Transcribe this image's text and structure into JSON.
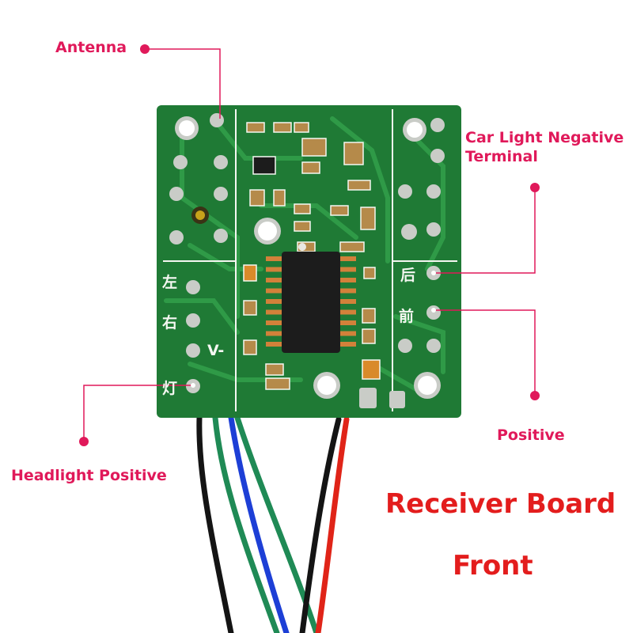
{
  "colors": {
    "accent": "#e0195a",
    "title": "#e31d1d",
    "pcb": "#1f7a35",
    "pcb_trace": "#2f9a47",
    "silk": "#f4f7f1",
    "solder": "#c9ccc7",
    "chip": "#1c1c1c",
    "wire_black": "#141414",
    "wire_green": "#1f8a55",
    "wire_blue": "#1d3fd6",
    "wire_red": "#e02418"
  },
  "callouts": {
    "antenna": "Antenna",
    "car_light_negative_line1": "Car Light Negative",
    "car_light_negative_line2": "Terminal",
    "positive": "Positive",
    "headlight_positive": "Headlight Positive"
  },
  "title": {
    "line1": "Receiver Board",
    "line2": "Front"
  },
  "silkscreen": {
    "left": "左",
    "right": "右",
    "vminus": "V-",
    "light": "灯",
    "rear": "后",
    "front": "前"
  }
}
